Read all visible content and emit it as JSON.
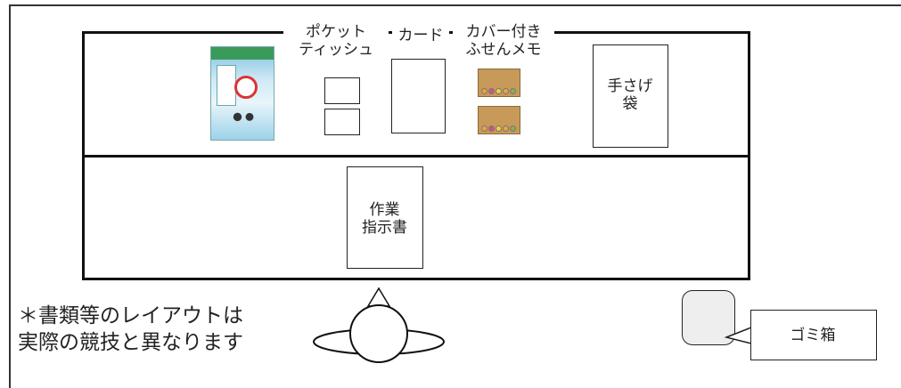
{
  "labels": {
    "pocket_tissue": "ポケット\nティッシュ",
    "card": "カード",
    "sticky_memo": "カバー付き\nふせんメモ",
    "hand_bag": "手さげ\n袋",
    "instruction_sheet": "作業\n指示書",
    "trash_can": "ゴミ箱"
  },
  "note": "＊書類等のレイアウトは\n実際の競技と異なります",
  "colors": {
    "outline": "#222222",
    "memo_pad": "#c79a5a",
    "flyer_band": "#3a9a5a",
    "flyer_bg": "#9cd2ea",
    "trash_fill": "#eeeeee",
    "memo_dots": [
      "#f2a23a",
      "#e04b8a",
      "#f2d23a",
      "#f2a23a",
      "#8ab04a"
    ]
  },
  "icons": {
    "flyer": "flyer-image",
    "memo": "sticky-note-pad-icon",
    "trash": "trash-can-icon",
    "person": "person-top-view-icon"
  }
}
